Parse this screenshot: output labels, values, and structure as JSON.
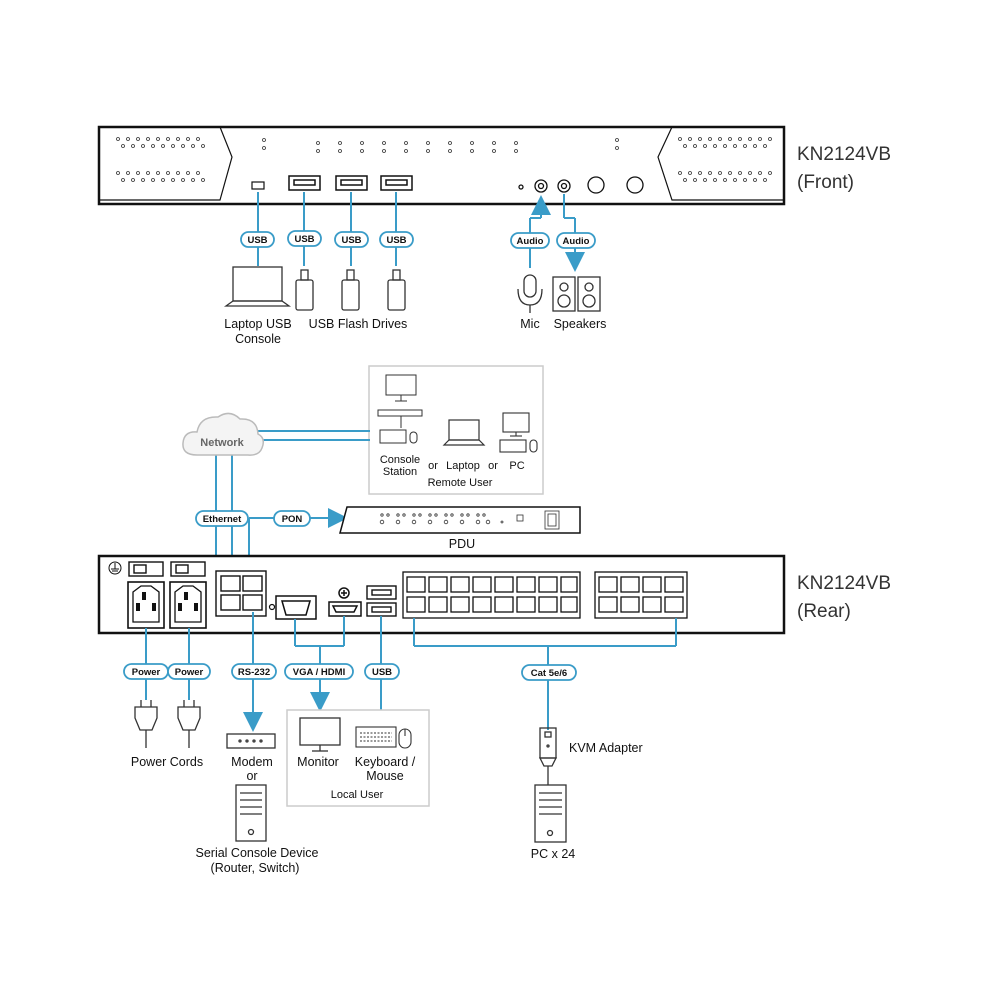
{
  "front": {
    "model": "KN2124VB",
    "side": "(Front)"
  },
  "rear": {
    "model": "KN2124VB",
    "side": "(Rear)"
  },
  "pills": {
    "usb": "USB",
    "audio": "Audio",
    "network": "Network",
    "ethernet": "Ethernet",
    "pon": "PON",
    "power": "Power",
    "rs232": "RS-232",
    "vga_hdmi": "VGA / HDMI",
    "cat": "Cat 5e/6"
  },
  "labels": {
    "laptop_usb": "Laptop USB",
    "console": "Console",
    "usb_flash": "USB Flash Drives",
    "mic": "Mic",
    "speakers": "Speakers",
    "console_station_1": "Console",
    "console_station_2": "Station",
    "or1": "or",
    "laptop": "Laptop",
    "or2": "or",
    "pc": "PC",
    "remote_user": "Remote User",
    "pdu": "PDU",
    "power_cords": "Power Cords",
    "modem": "Modem",
    "or3": "or",
    "serial_1": "Serial Console Device",
    "serial_2": "(Router, Switch)",
    "monitor": "Monitor",
    "keyboard_1": "Keyboard /",
    "keyboard_2": "Mouse",
    "local_user": "Local User",
    "kvm_adapter": "KVM Adapter",
    "pc_x24": "PC x 24"
  },
  "colors": {
    "cable": "#3a9cc8",
    "outline": "#111111",
    "pill_border": "#3a9cc8"
  }
}
